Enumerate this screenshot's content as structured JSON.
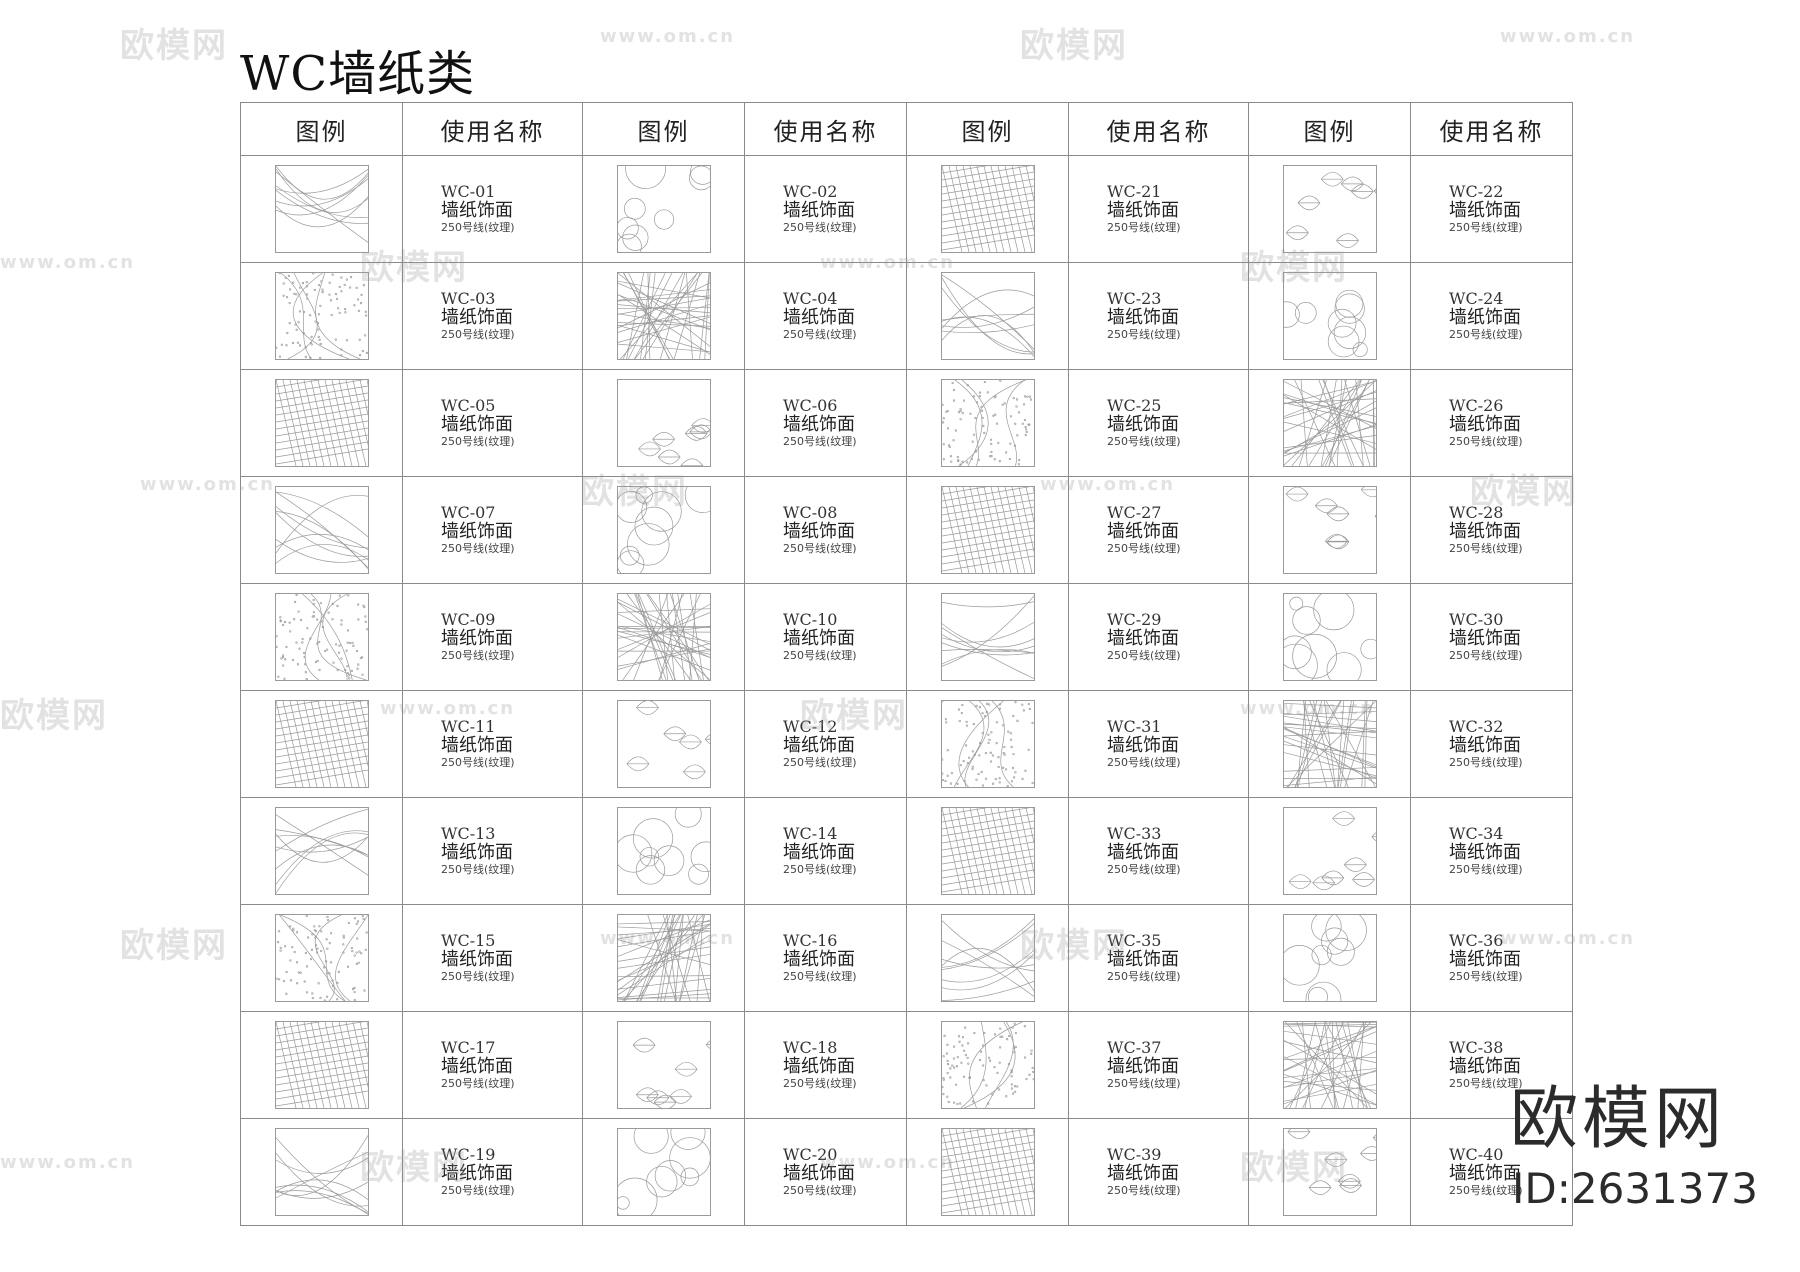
{
  "title": "WC墙纸类",
  "table": {
    "headers": [
      "图例",
      "使用名称",
      "图例",
      "使用名称",
      "图例",
      "使用名称",
      "图例",
      "使用名称"
    ],
    "material_name": "墙纸饰面",
    "spec": "250号线(纹理)",
    "rows": [
      [
        "WC-01",
        "WC-02",
        "WC-21",
        "WC-22"
      ],
      [
        "WC-03",
        "WC-04",
        "WC-23",
        "WC-24"
      ],
      [
        "WC-05",
        "WC-06",
        "WC-25",
        "WC-26"
      ],
      [
        "WC-07",
        "WC-08",
        "WC-27",
        "WC-28"
      ],
      [
        "WC-09",
        "WC-10",
        "WC-29",
        "WC-30"
      ],
      [
        "WC-11",
        "WC-12",
        "WC-31",
        "WC-32"
      ],
      [
        "WC-13",
        "WC-14",
        "WC-33",
        "WC-34"
      ],
      [
        "WC-15",
        "WC-16",
        "WC-35",
        "WC-36"
      ],
      [
        "WC-17",
        "WC-18",
        "WC-37",
        "WC-38"
      ],
      [
        "WC-19",
        "WC-20",
        "WC-39",
        "WC-40"
      ]
    ]
  },
  "brand": {
    "logo_text": "欧模网",
    "id_text": "ID:2631373"
  },
  "watermark": {
    "cn": "欧模网",
    "url": "www.om.cn"
  }
}
